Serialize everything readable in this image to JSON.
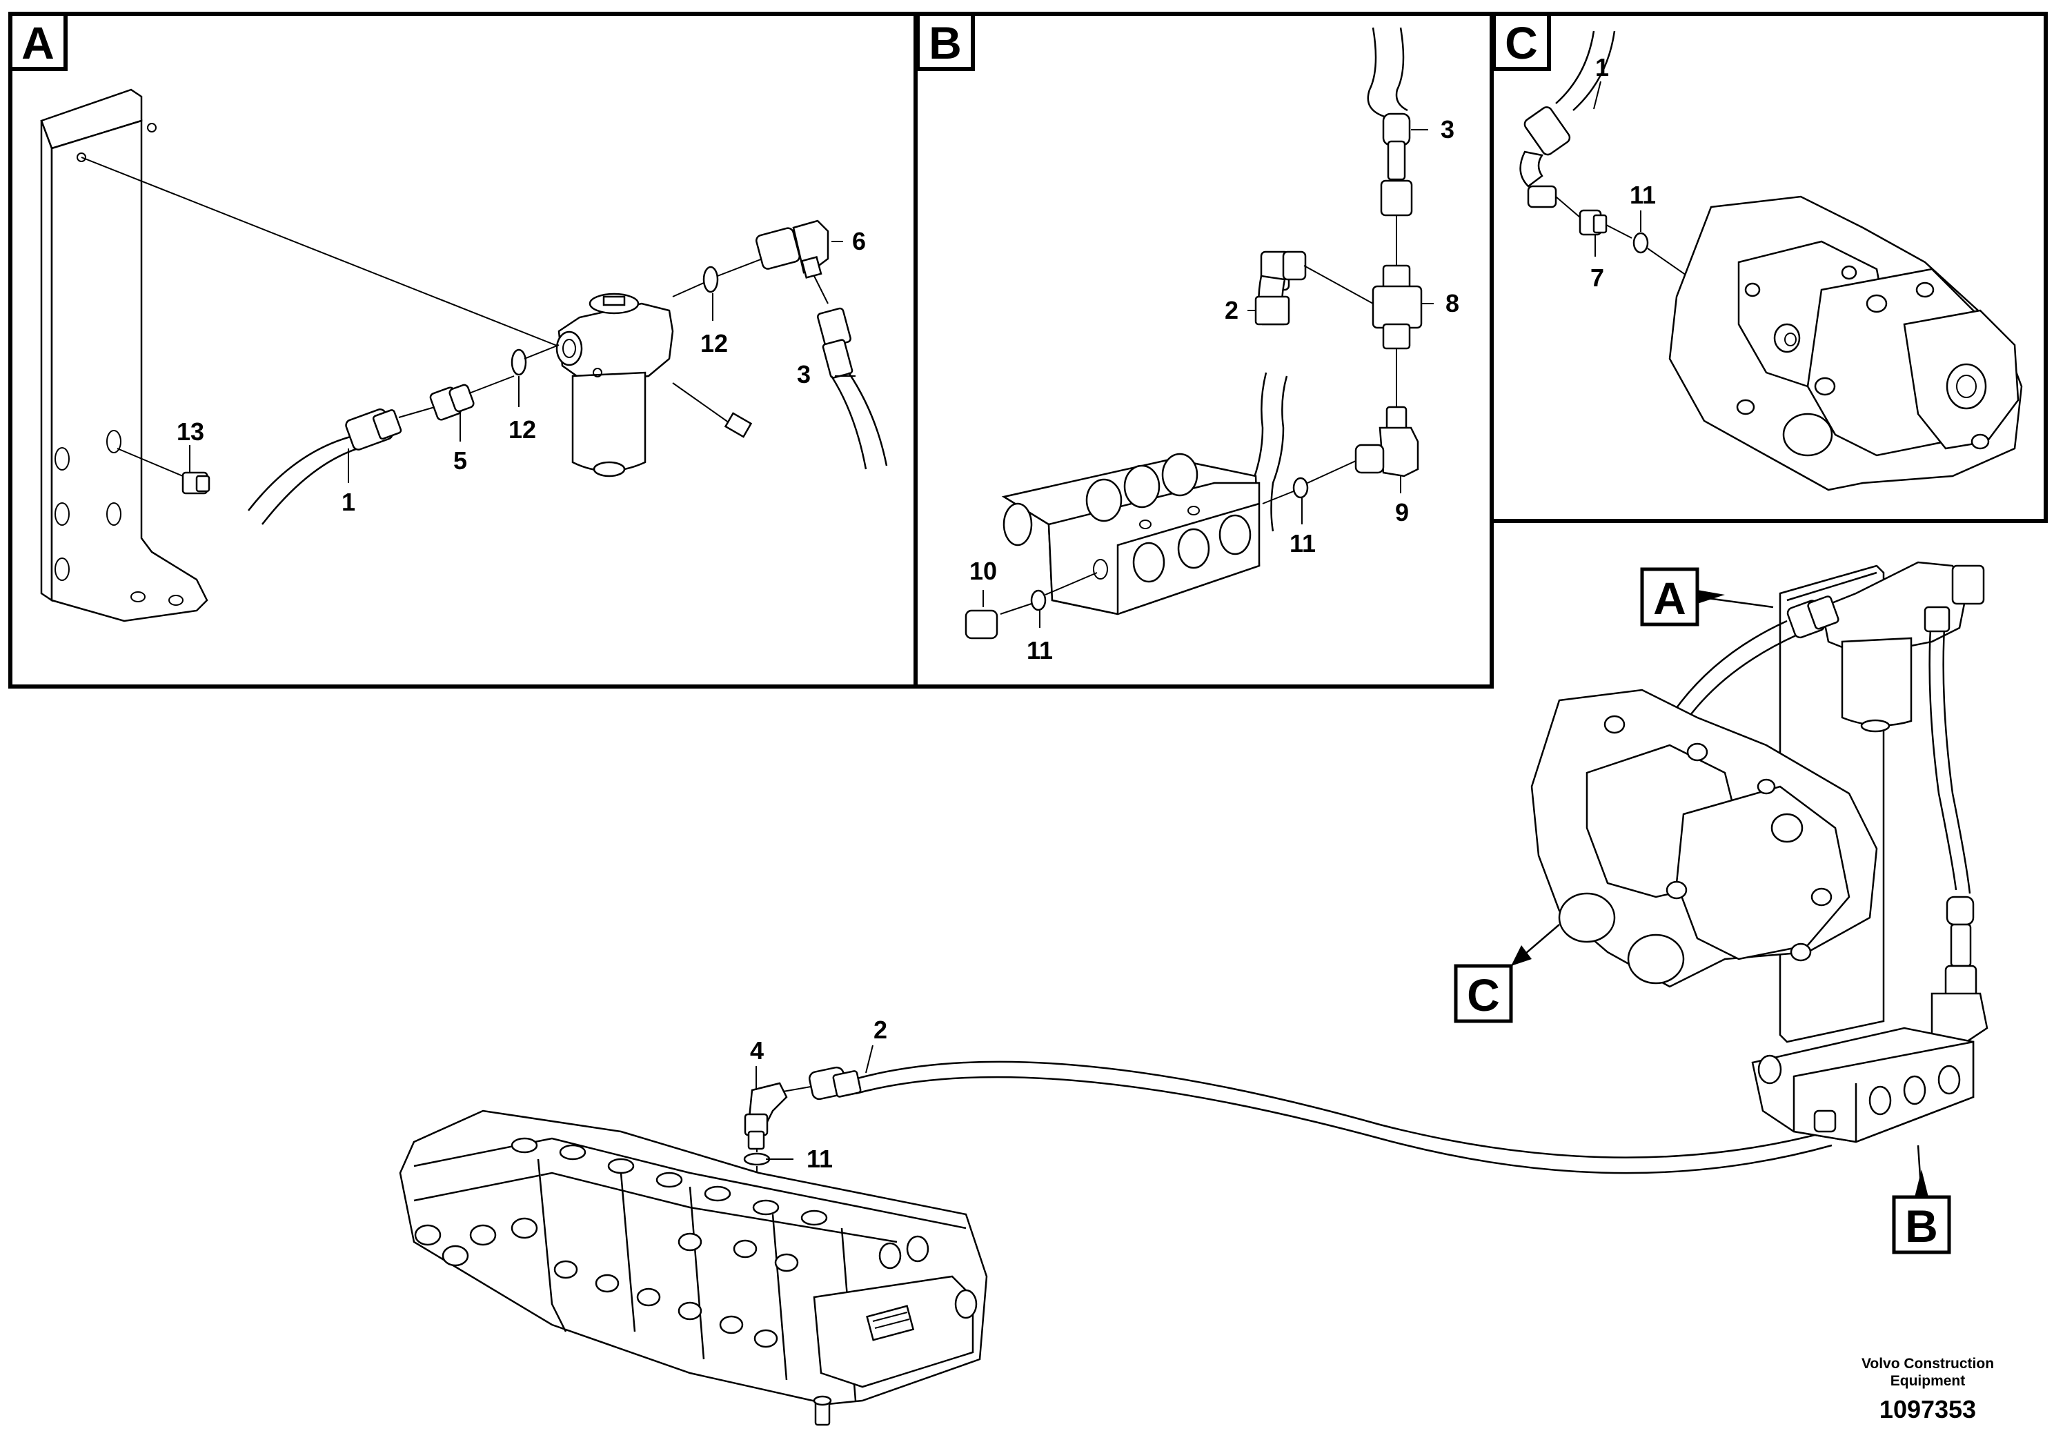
{
  "diagram": {
    "view_labels": [
      "A",
      "B",
      "C"
    ],
    "callouts_a": [
      "1",
      "3",
      "5",
      "6",
      "12",
      "12",
      "13"
    ],
    "callouts_b": [
      "2",
      "3",
      "8",
      "9",
      "10",
      "11",
      "11"
    ],
    "callouts_c": [
      "1",
      "7",
      "11"
    ],
    "callouts_main": [
      "2",
      "4",
      "11"
    ],
    "pointer_labels": [
      "A",
      "B",
      "C"
    ],
    "footer": {
      "company_line1": "Volvo Construction",
      "company_line2": "Equipment",
      "drawing_number": "1097353"
    }
  }
}
